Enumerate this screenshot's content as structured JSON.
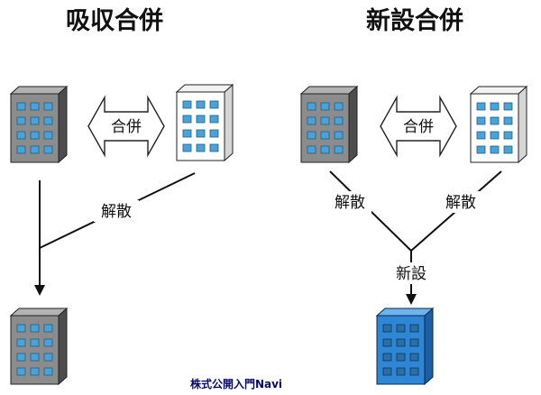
{
  "titles": {
    "absorption_merger": "吸収合併",
    "new_merger": "新設合併"
  },
  "labels": {
    "merger_left": "合併",
    "merger_right": "合併",
    "dissolution_left": "解散",
    "dissolution_right_a": "解散",
    "dissolution_right_b": "解散",
    "new_establishment": "新設"
  },
  "credit": "株式公開入門Navi",
  "colors": {
    "existing_building_front": "#8c8c8c",
    "dissolved_building_front": "#ffffff",
    "new_building_front": "#2f86d6",
    "window": "#4aa3d8",
    "credit_text": "#0a0a66"
  },
  "icons": {
    "building": "building-icon",
    "double_arrow": "double-arrow-icon",
    "arrow_head": "arrow-head-icon"
  }
}
